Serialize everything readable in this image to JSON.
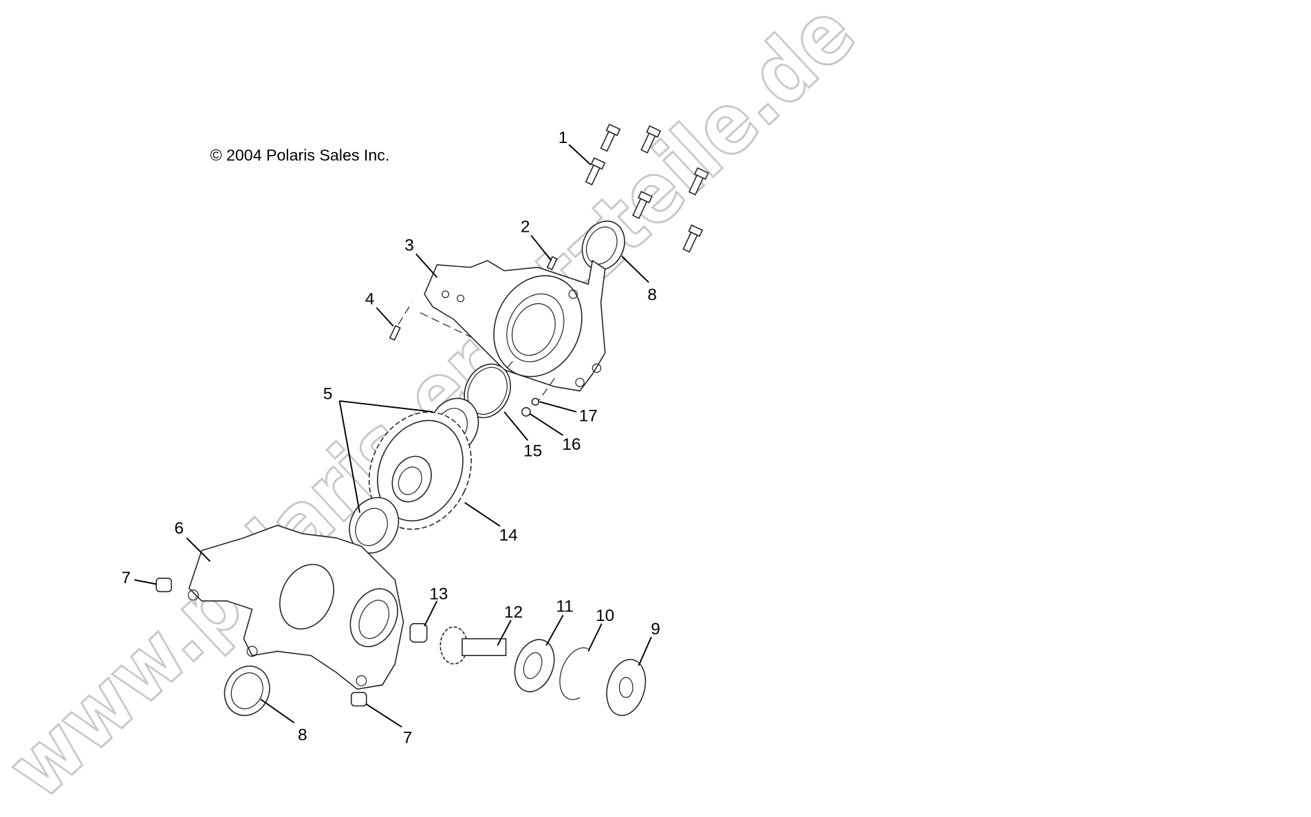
{
  "copyright": "© 2004 Polaris Sales Inc.",
  "watermark": "www.polaris-ersatzteile.de",
  "callouts": {
    "c1": "1",
    "c2": "2",
    "c3": "3",
    "c4": "4",
    "c5": "5",
    "c6": "6",
    "c7a": "7",
    "c7b": "7",
    "c8a": "8",
    "c8b": "8",
    "c9": "9",
    "c10": "10",
    "c11": "11",
    "c12": "12",
    "c13": "13",
    "c14": "14",
    "c15": "15",
    "c16": "16",
    "c17": "17"
  }
}
